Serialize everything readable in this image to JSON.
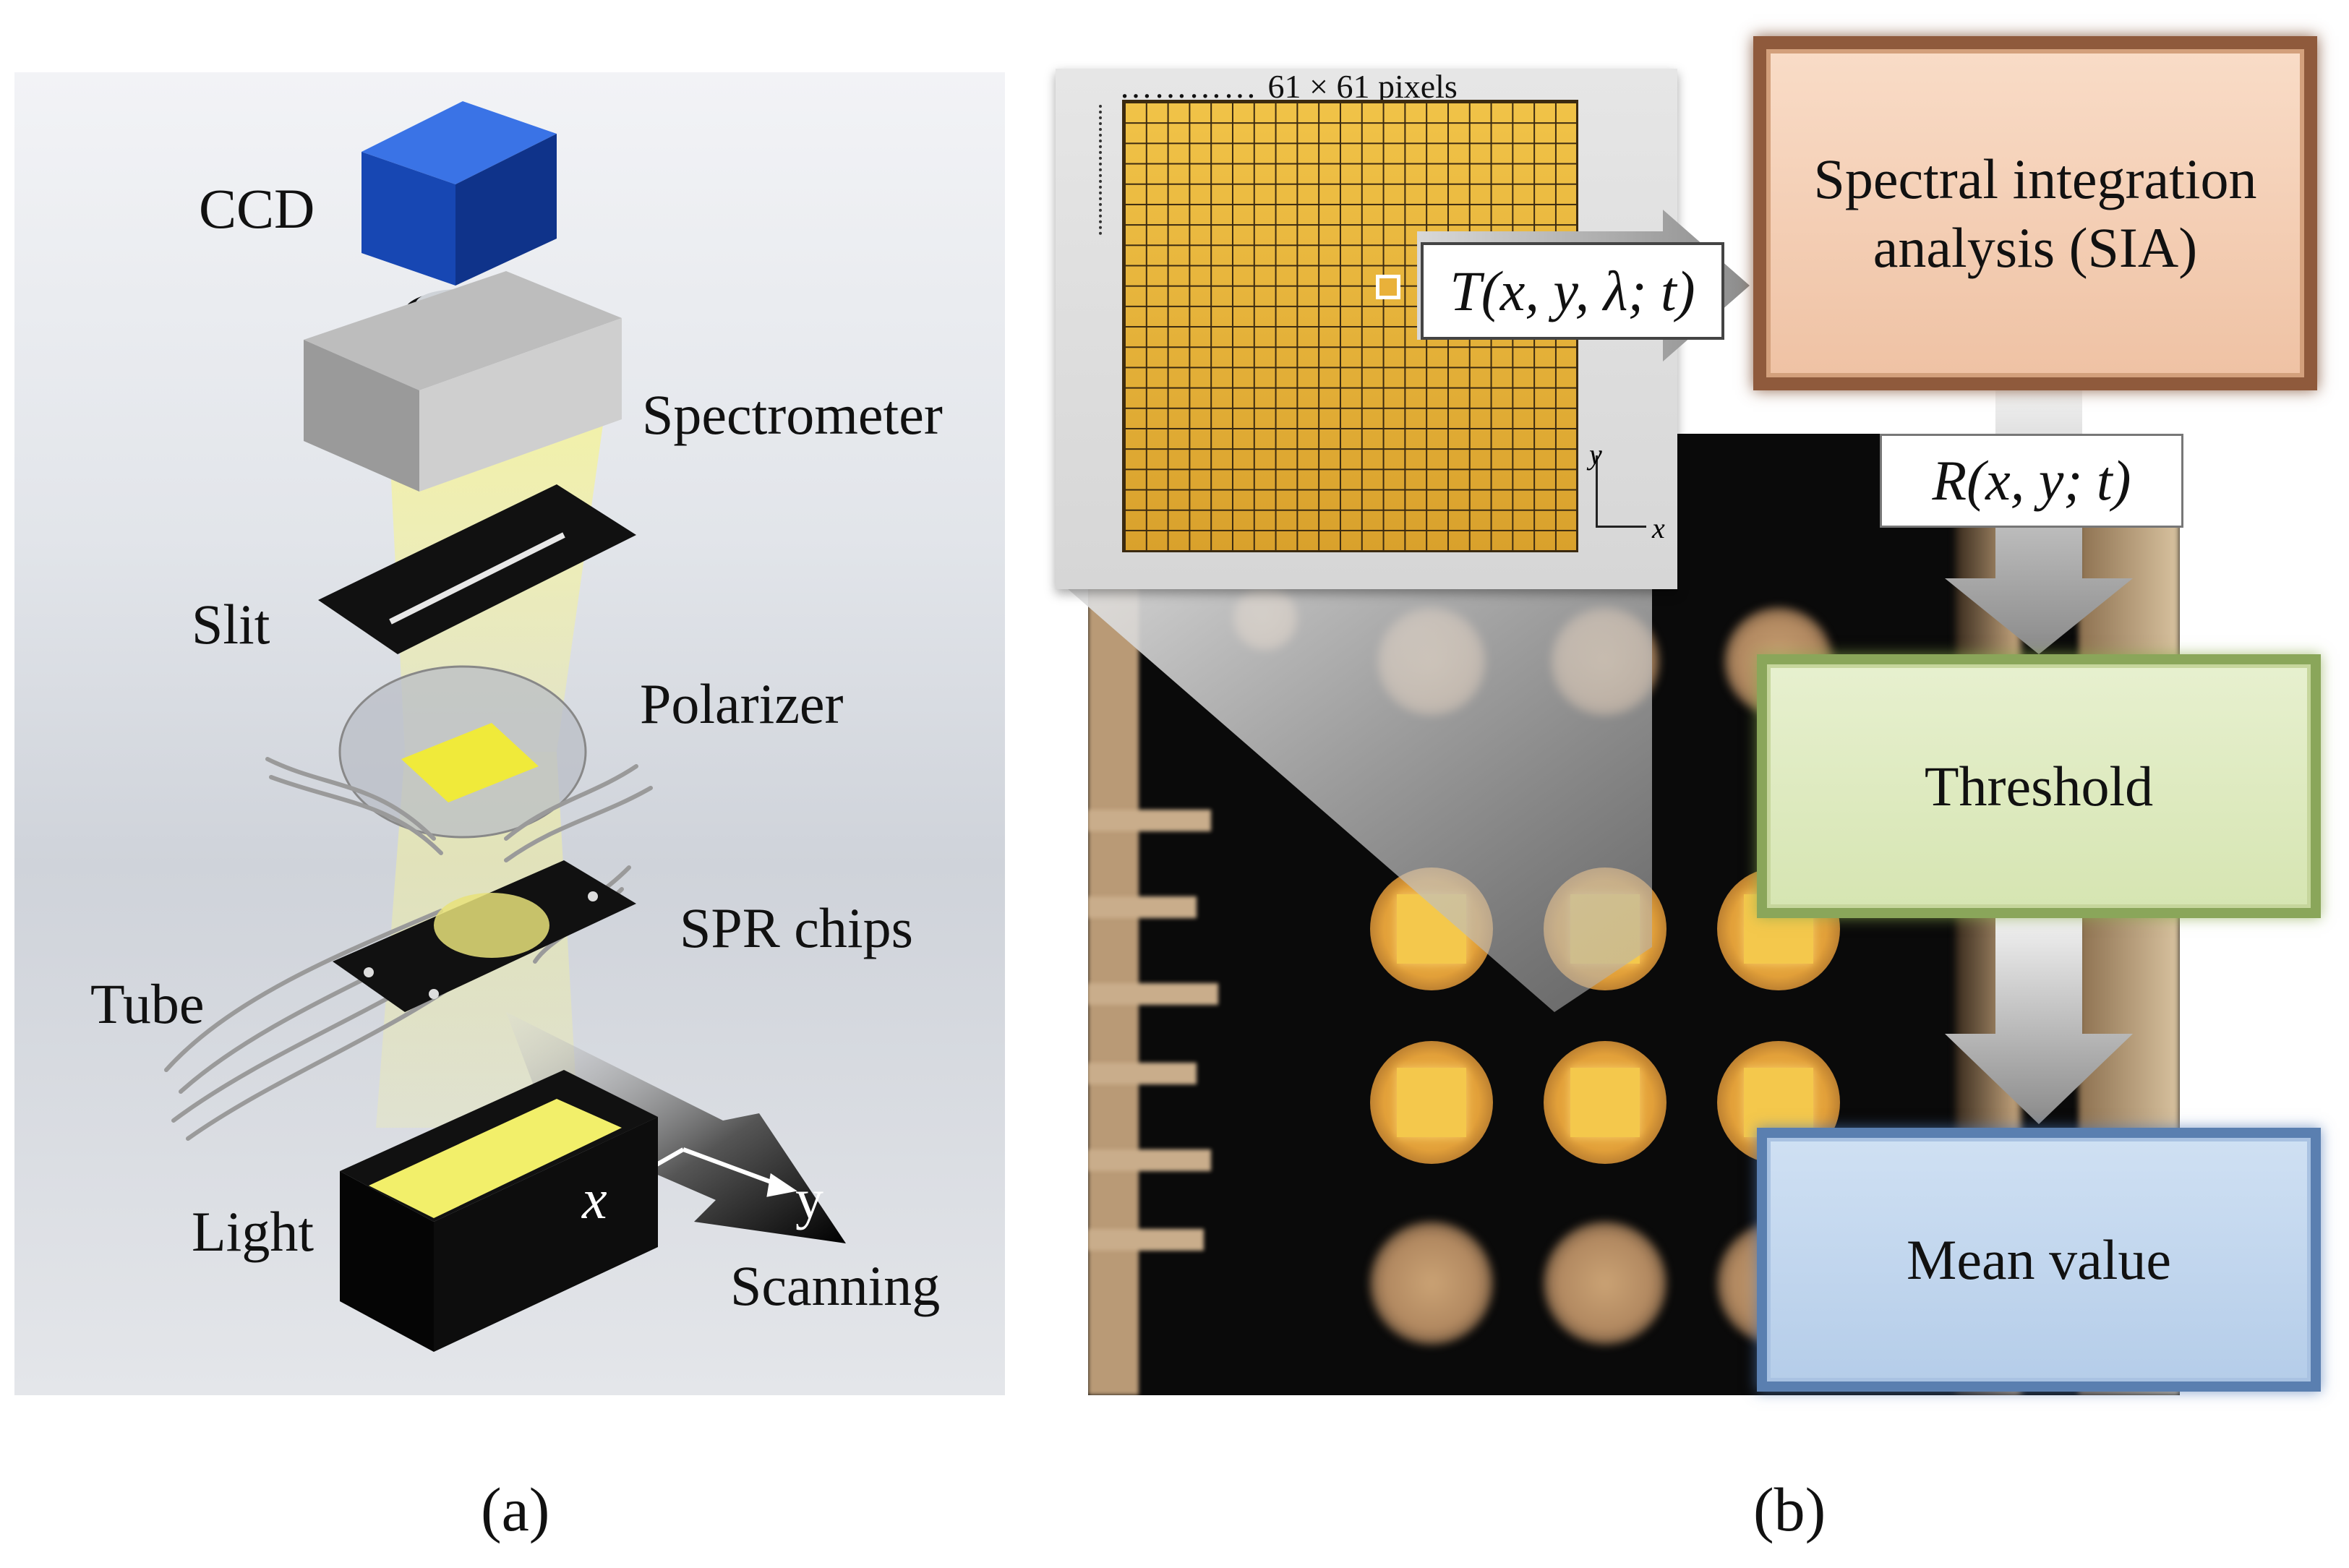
{
  "panel_a": {
    "labels": {
      "ccd": "CCD",
      "spectrometer": "Spectrometer",
      "slit": "Slit",
      "polarizer": "Polarizer",
      "spr_chips": "SPR chips",
      "tube": "Tube",
      "light": "Light",
      "axis_x": "x",
      "axis_y": "y",
      "scanning": "Scanning"
    },
    "caption": "(a)"
  },
  "panel_b": {
    "grid_label": "61 × 61 pixels",
    "inset_axis_x": "x",
    "inset_axis_y": "y",
    "formula_T": "T(x, y, λ; t)",
    "formula_R": "R(x, y; t)",
    "boxes": {
      "sia": "Spectral integration analysis (SIA)",
      "threshold": "Threshold",
      "mean": "Mean value"
    },
    "caption": "(b)"
  },
  "colors": {
    "ccd_blue": "#1f4fb8",
    "light_yellow": "#f2f07a",
    "pad_gold": "#f4c84c",
    "sia_border": "#8f5a3c",
    "threshold_border": "#8aa65a",
    "mean_border": "#5a7fb0"
  }
}
